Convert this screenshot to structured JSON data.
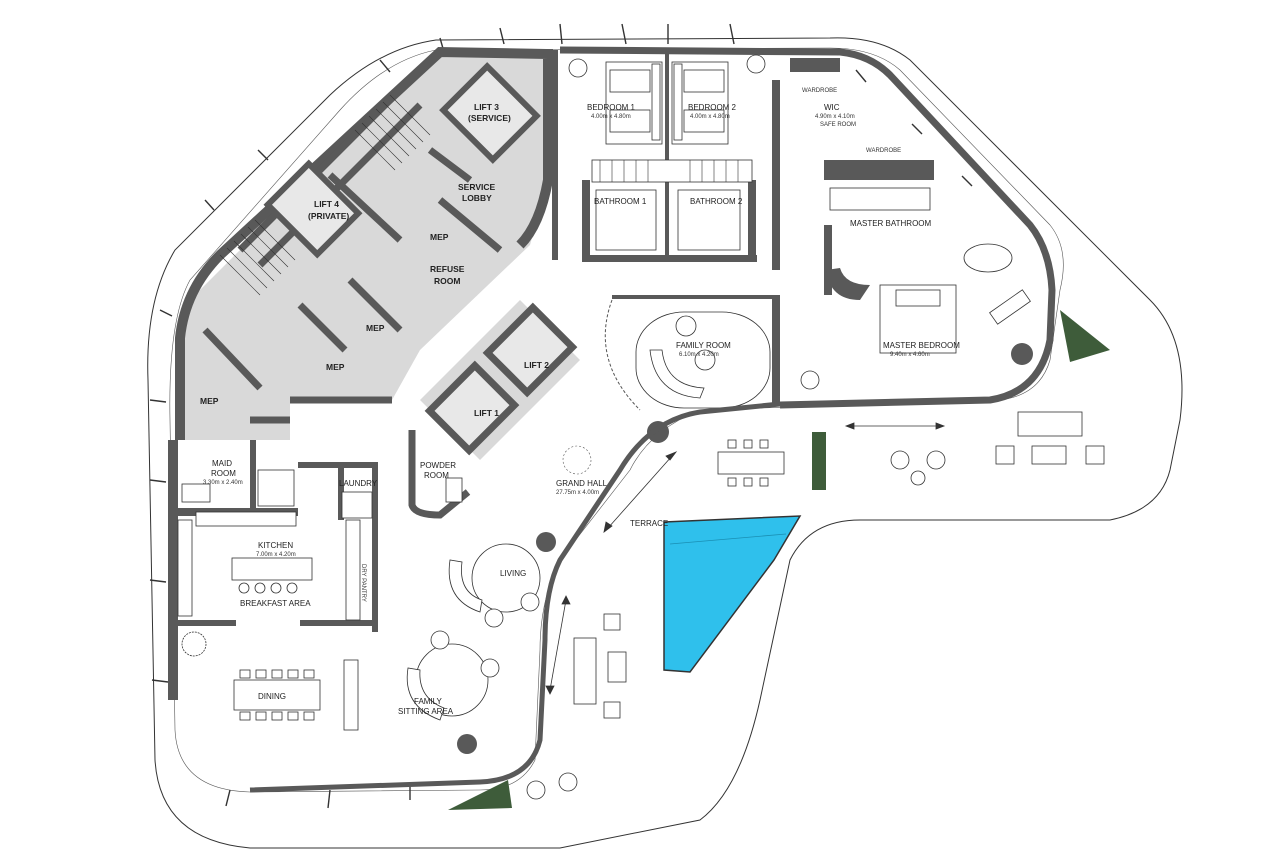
{
  "colors": {
    "wall": "#595959",
    "core_fill": "#d9d9d9",
    "pool": "#2fc0ec",
    "planter": "#3e5c3a",
    "line": "#333333"
  },
  "rooms": {
    "bedroom1": {
      "name": "BEDROOM 1",
      "size": "4.00m x 4.80m"
    },
    "bedroom2": {
      "name": "BEDROOM 2",
      "size": "4.00m x 4.80m"
    },
    "wic": {
      "name": "WIC",
      "size": "4.90m x 4.10m"
    },
    "bathroom1": {
      "name": "BATHROOM 1"
    },
    "bathroom2": {
      "name": "BATHROOM 2"
    },
    "master_bathroom": {
      "name": "MASTER BATHROOM"
    },
    "master_bedroom": {
      "name": "MASTER BEDROOM",
      "size": "9.40m x 4.60m"
    },
    "family_room": {
      "name": "FAMILY ROOM",
      "size": "6.10m x 4.20m"
    },
    "lift3": {
      "line1": "LIFT 3",
      "line2": "(SERVICE)"
    },
    "lift4": {
      "line1": "LIFT 4",
      "line2": "(PRIVATE)"
    },
    "service_lobby": {
      "line1": "SERVICE",
      "line2": "LOBBY"
    },
    "mep_a": {
      "name": "MEP"
    },
    "refuse_room": {
      "line1": "REFUSE",
      "line2": "ROOM"
    },
    "mep_b": {
      "name": "MEP"
    },
    "mep_c": {
      "name": "MEP"
    },
    "mep_d": {
      "name": "MEP"
    },
    "lift1": {
      "name": "LIFT 1"
    },
    "lift2": {
      "name": "LIFT 2"
    },
    "powder_room": {
      "line1": "POWDER",
      "line2": "ROOM"
    },
    "grand_hall": {
      "name": "GRAND HALL",
      "size": "27.75m x 4.00m"
    },
    "maid_room": {
      "line1": "MAID",
      "line2": "ROOM",
      "size": "3.30m x 2.40m"
    },
    "laundry": {
      "name": "LAUNDRY"
    },
    "kitchen": {
      "name": "KITCHEN",
      "size": "7.00m x 4.20m"
    },
    "breakfast_area": {
      "name": "BREAKFAST AREA"
    },
    "dry_pantry": {
      "name": "DRY PANTRY"
    },
    "living": {
      "name": "LIVING"
    },
    "family_sitting": {
      "line1": "FAMILY",
      "line2": "SITTING AREA"
    },
    "dining": {
      "name": "DINING"
    },
    "terrace": {
      "name": "TERRACE"
    }
  },
  "annotations": {
    "wardrobe_wic": "WARDROBE",
    "wardrobe_master": "WARDROBE",
    "wic_sub": "SAFE ROOM"
  }
}
